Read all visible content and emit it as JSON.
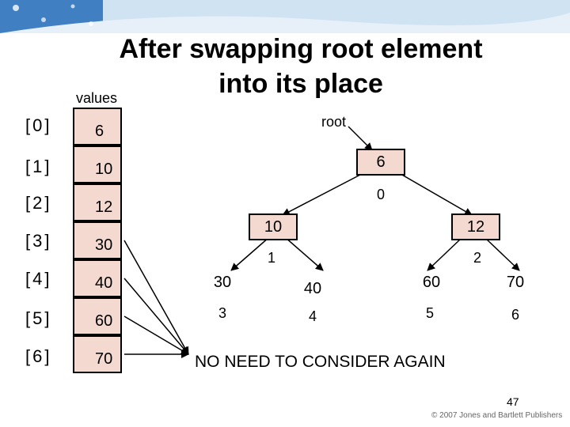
{
  "title_line1": "After swapping root element",
  "title_line2": "into its place",
  "values_label": "values",
  "array": [
    {
      "index": "[0]",
      "value": "6"
    },
    {
      "index": "[1]",
      "value": "10"
    },
    {
      "index": "[2]",
      "value": "12"
    },
    {
      "index": "[3]",
      "value": "30"
    },
    {
      "index": "[4]",
      "value": "40"
    },
    {
      "index": "[5]",
      "value": "60"
    },
    {
      "index": "[6]",
      "value": "70"
    }
  ],
  "tree": {
    "root_label": "root",
    "nodes": [
      {
        "value": "6",
        "index": "0"
      },
      {
        "value": "10",
        "index": "1"
      },
      {
        "value": "12",
        "index": "2"
      },
      {
        "value": "30",
        "index": "3"
      },
      {
        "value": "40",
        "index": "4"
      },
      {
        "value": "60",
        "index": "5"
      },
      {
        "value": "70",
        "index": "6"
      }
    ]
  },
  "note": "NO NEED TO CONSIDER AGAIN",
  "page_number": "47",
  "copyright": "© 2007 Jones and Bartlett Publishers",
  "colors": {
    "cell_fill": "#f3d9cf",
    "banner": "#5b9bd5"
  }
}
